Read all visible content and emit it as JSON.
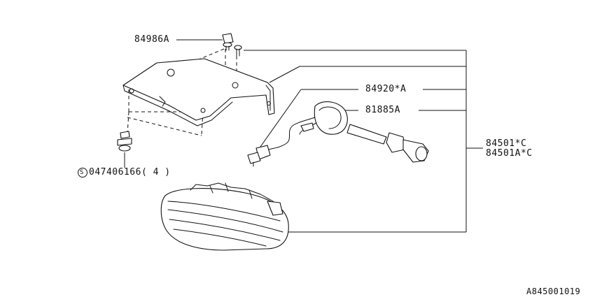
{
  "parts": {
    "bracket_bolt": "84986A",
    "screw_spec": "047406166",
    "screw_qty": "( 4 )",
    "screw_symbol": "S",
    "harness": "84920*A",
    "bulb_socket": "81885A",
    "fog_lamp_assy_1": "84501*C",
    "fog_lamp_assy_2": "84501A*C"
  },
  "diagram_id": "A845001019"
}
